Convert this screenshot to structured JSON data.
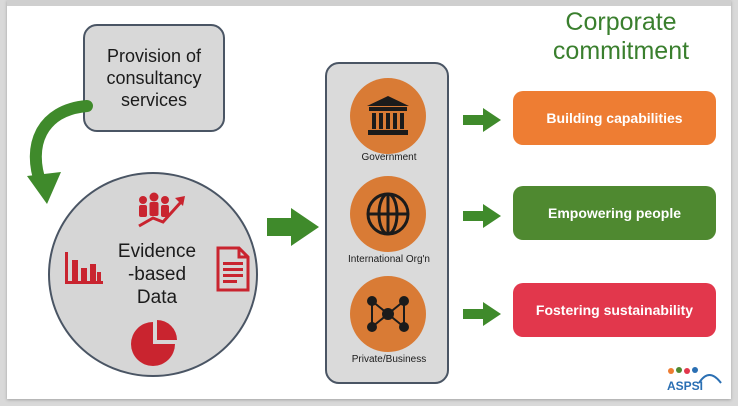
{
  "consultancy": {
    "text": "Provision of consultancy services"
  },
  "evidence": {
    "text": "Evidence\n-based\nData",
    "icons": [
      "people-growth-icon",
      "bar-chart-icon",
      "document-icon",
      "pie-chart-icon"
    ]
  },
  "stakeholders": [
    {
      "label": "Government",
      "icon": "government-building-icon"
    },
    {
      "label": "International Org'n",
      "icon": "globe-icon"
    },
    {
      "label": "Private/Business",
      "icon": "network-people-icon"
    }
  ],
  "commitment": {
    "title": "Corporate\ncommitment",
    "items": [
      {
        "label": "Building capabilities",
        "color": "#ee7d33"
      },
      {
        "label": "Empowering people",
        "color": "#4f8930"
      },
      {
        "label": "Fostering sustainability",
        "color": "#e2374c"
      }
    ]
  },
  "colors": {
    "arrow_green": "#3f8a2b",
    "icon_red": "#c9242f",
    "stakeholder_orange": "#d97b35",
    "title_green": "#3a7f2e"
  },
  "logo": {
    "text": "ASPSI"
  }
}
